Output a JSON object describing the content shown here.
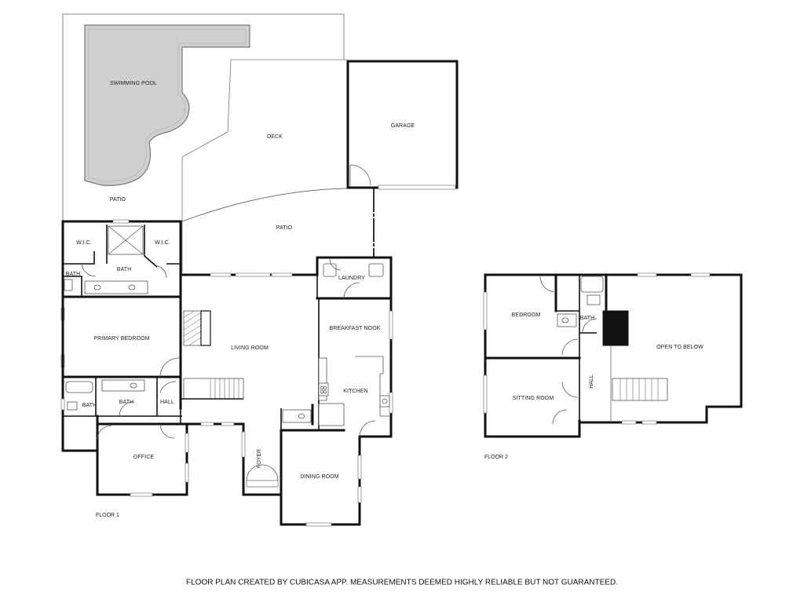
{
  "floor1": {
    "title": "FLOOR 1",
    "rooms": {
      "swimming_pool": "SWIMMING POOL",
      "patio_left": "PATIO",
      "deck": "DECK",
      "garage": "GARAGE",
      "patio_center": "PATIO",
      "wic_left": "W.I.C.",
      "wic_right": "W.I.C.",
      "bath_primary": "BATH",
      "bath_small": "BATH",
      "laundry": "LAUNDRY",
      "primary_bedroom": "PRIMARY BEDROOM",
      "living_room": "LIVING ROOM",
      "breakfast_nook": "BREAKFAST NOOK",
      "kitchen": "KITCHEN",
      "bath_lower": "BATH",
      "bath_lower_tub": "BATH",
      "hall": "HALL",
      "office": "OFFICE",
      "foyer": "FOYER",
      "dining_room": "DINING ROOM"
    }
  },
  "floor2": {
    "title": "FLOOR 2",
    "rooms": {
      "bedroom": "BEDROOM",
      "bath": "BATH",
      "open_to_below": "OPEN TO BELOW",
      "hall": "HALL",
      "sitting_room": "SITTING ROOM"
    }
  },
  "disclaimer": "FLOOR PLAN CREATED BY CUBICASA APP. MEASUREMENTS DEEMED HIGHLY RELIABLE BUT NOT GUARANTEED."
}
